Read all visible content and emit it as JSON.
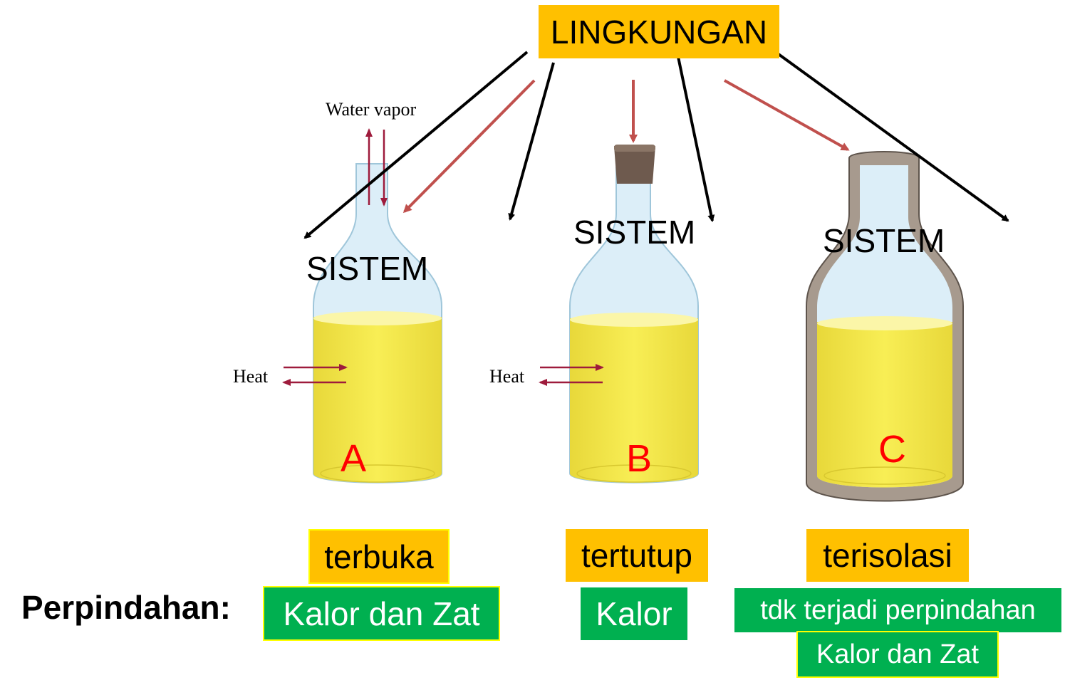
{
  "environment_label": "LINGKUNGAN",
  "system_label": "SISTEM",
  "systems": [
    {
      "letter": "A",
      "type": "terbuka",
      "transfer": "Kalor dan Zat",
      "heat_label": "Heat",
      "vapor_label": "Water vapor"
    },
    {
      "letter": "B",
      "type": "tertutup",
      "transfer": "Kalor",
      "heat_label": "Heat"
    },
    {
      "letter": "C",
      "type": "terisolasi",
      "transfer_line1": "tdk terjadi perpindahan",
      "transfer_line2": "Kalor dan Zat"
    }
  ],
  "transfer_heading": "Perpindahan:",
  "colors": {
    "highlight_orange": "#FFC000",
    "highlight_green": "#00B050",
    "liquid": "#F6E94A",
    "glass": "#DCEEF8",
    "arrow_black": "#000000",
    "arrow_red": "#C0504D",
    "heat_arrow": "#9E1B3C",
    "insulation": "#A79A8E",
    "letter": "#FF0000"
  },
  "icons": {
    "flask_open": "open-flask-icon",
    "flask_closed": "stoppered-flask-icon",
    "flask_insulated": "insulated-flask-icon"
  }
}
